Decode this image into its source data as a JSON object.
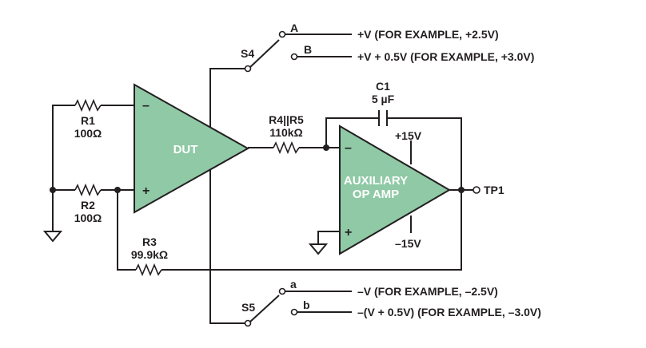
{
  "switches": {
    "s4": {
      "name": "S4",
      "pos_a": "A",
      "pos_b": "B",
      "rail_a": "+V (FOR EXAMPLE, +2.5V)",
      "rail_b": "+V + 0.5V (FOR EXAMPLE, +3.0V)"
    },
    "s5": {
      "name": "S5",
      "pos_a": "a",
      "pos_b": "b",
      "rail_a": "–V (FOR EXAMPLE, –2.5V)",
      "rail_b": "–(V + 0.5V) (FOR EXAMPLE, –3.0V)"
    }
  },
  "components": {
    "r1": {
      "name": "R1",
      "value": "100Ω"
    },
    "r2": {
      "name": "R2",
      "value": "100Ω"
    },
    "r3": {
      "name": "R3",
      "value": "99.9kΩ"
    },
    "r45": {
      "name": "R4||R5",
      "value": "110kΩ"
    },
    "c1": {
      "name": "C1",
      "value": "5 µF"
    }
  },
  "amplifiers": {
    "dut": {
      "label": "DUT",
      "minus": "–",
      "plus": "+"
    },
    "aux": {
      "label_line1": "AUXILIARY",
      "label_line2": "OP AMP",
      "minus": "–",
      "plus": "+",
      "supply_pos": "+15V",
      "supply_neg": "–15V"
    }
  },
  "test_point": {
    "label": "TP1"
  },
  "colors": {
    "amp_fill": "#8fc9a5",
    "line": "#231f20",
    "amp_text": "#ffffff"
  }
}
